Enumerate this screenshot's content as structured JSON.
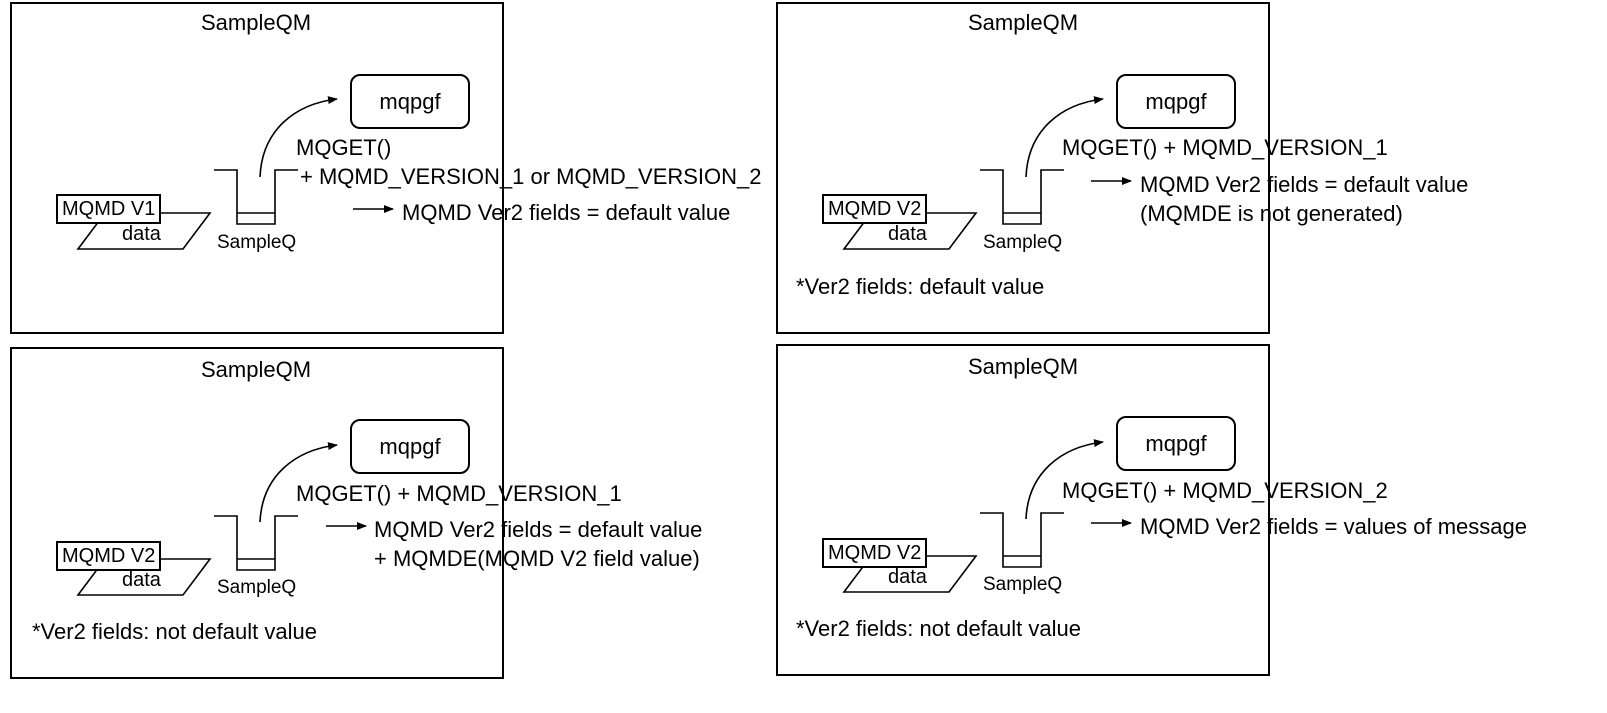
{
  "panels": [
    {
      "id": "top-left",
      "title": "SampleQM",
      "app": "mqpgf",
      "mqmd_label": "MQMD V1",
      "data_label": "data",
      "queue_label": "SampleQ",
      "call_lines": [
        "MQGET()",
        "+ MQMD_VERSION_1 or MQMD_VERSION_2"
      ],
      "result_lines": [
        "MQMD Ver2 fields = default value"
      ],
      "note": ""
    },
    {
      "id": "top-right",
      "title": "SampleQM",
      "app": "mqpgf",
      "mqmd_label": "MQMD V2",
      "data_label": "data",
      "queue_label": "SampleQ",
      "call_lines": [
        "MQGET() + MQMD_VERSION_1"
      ],
      "result_lines": [
        "MQMD Ver2 fields = default value",
        "(MQMDE is not generated)"
      ],
      "note": "*Ver2 fields: default value"
    },
    {
      "id": "bottom-left",
      "title": "SampleQM",
      "app": "mqpgf",
      "mqmd_label": "MQMD V2",
      "data_label": "data",
      "queue_label": "SampleQ",
      "call_lines": [
        "MQGET() + MQMD_VERSION_1"
      ],
      "result_lines": [
        "MQMD Ver2 fields = default value",
        "+ MQMDE(MQMD V2 field value)"
      ],
      "note": "*Ver2 fields: not default value"
    },
    {
      "id": "bottom-right",
      "title": "SampleQM",
      "app": "mqpgf",
      "mqmd_label": "MQMD V2",
      "data_label": "data",
      "queue_label": "SampleQ",
      "call_lines": [
        "MQGET() + MQMD_VERSION_2"
      ],
      "result_lines": [
        "MQMD Ver2 fields = values of message"
      ],
      "note": "*Ver2 fields: not default value"
    }
  ]
}
